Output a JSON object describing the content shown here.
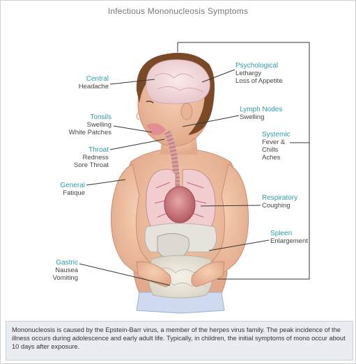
{
  "title": "Infectious Mononucleosis Symptoms",
  "labels": {
    "central": {
      "category": "Central",
      "details": [
        "Headache"
      ]
    },
    "tonsils": {
      "category": "Tonsils",
      "details": [
        "Swelling",
        "White Patches"
      ]
    },
    "throat": {
      "category": "Throat",
      "details": [
        "Redness",
        "Sore Throat"
      ]
    },
    "general": {
      "category": "General",
      "details": [
        "Fatique"
      ]
    },
    "gastric": {
      "category": "Gastric",
      "details": [
        "Nausea",
        "Vomiting"
      ]
    },
    "psychological": {
      "category": "Psychological",
      "details": [
        "Lethargy",
        "Loss of Appetite"
      ]
    },
    "lymph_nodes": {
      "category": "Lymph Nodes",
      "details": [
        "Swelling"
      ]
    },
    "systemic": {
      "category": "Systemic",
      "details": [
        "Fever &",
        "Chills",
        "Aches"
      ]
    },
    "respiratory": {
      "category": "Respiratory",
      "details": [
        "Coughing"
      ]
    },
    "spleen": {
      "category": "Spleen",
      "details": [
        "Enlargement"
      ]
    }
  },
  "caption": "Mononucleosis is caused by the Epstein-Barr virus, a member of the herpes virus family. The peak incidence of the illness occurs during adolescence and early adult life. Typically, in children, the initial symptoms of mono occur about 10 days after exposure.",
  "colors": {
    "category": "#2f9aa6",
    "detail": "#444444",
    "caption_bg": "#e9edf2"
  }
}
